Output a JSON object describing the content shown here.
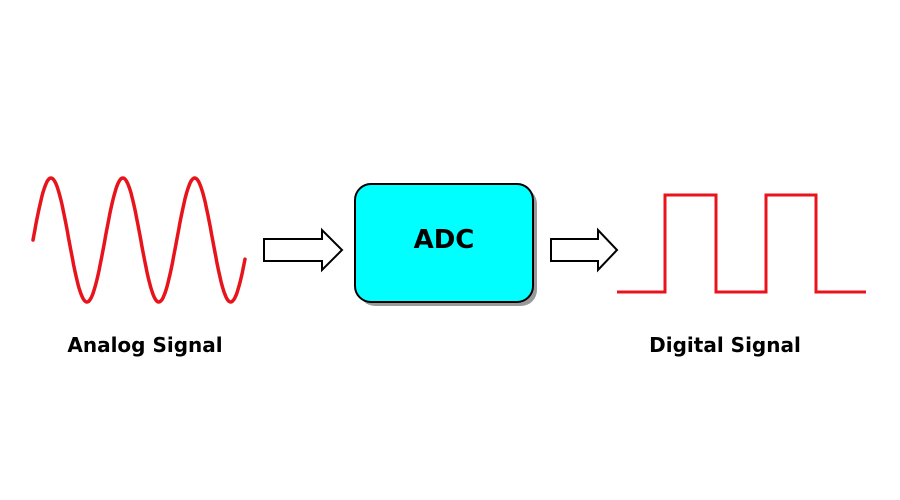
{
  "analog": {
    "label": "Analog Signal",
    "color": "#e8141b"
  },
  "adc": {
    "label": "ADC",
    "fill": "#00ffff",
    "stroke": "#000000",
    "shadow": "#9a9a9a"
  },
  "digital": {
    "label": "Digital Signal",
    "color": "#e8141b"
  },
  "arrows": {
    "fill": "#ffffff",
    "stroke": "#000000"
  }
}
